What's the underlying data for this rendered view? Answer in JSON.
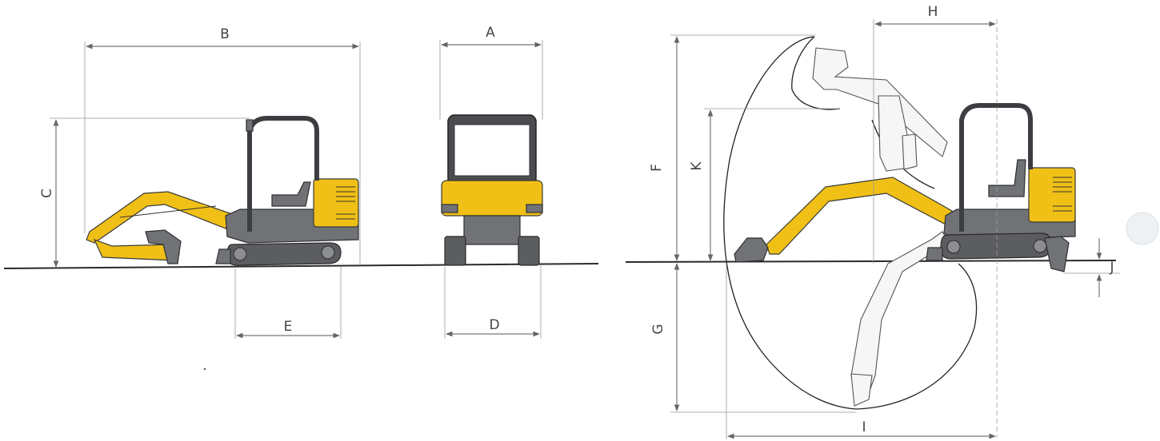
{
  "dimension_labels": {
    "A": "A",
    "B": "B",
    "C": "C",
    "D": "D",
    "E": "E",
    "F": "F",
    "G": "G",
    "H": "H",
    "I": "I",
    "J": "J",
    "K": "K"
  },
  "colors": {
    "machine_yellow": "#f0c016",
    "machine_body": "#707276",
    "track": "#5b5d61",
    "ground_line": "#2a2a2a",
    "dimension_line": "#777777"
  }
}
